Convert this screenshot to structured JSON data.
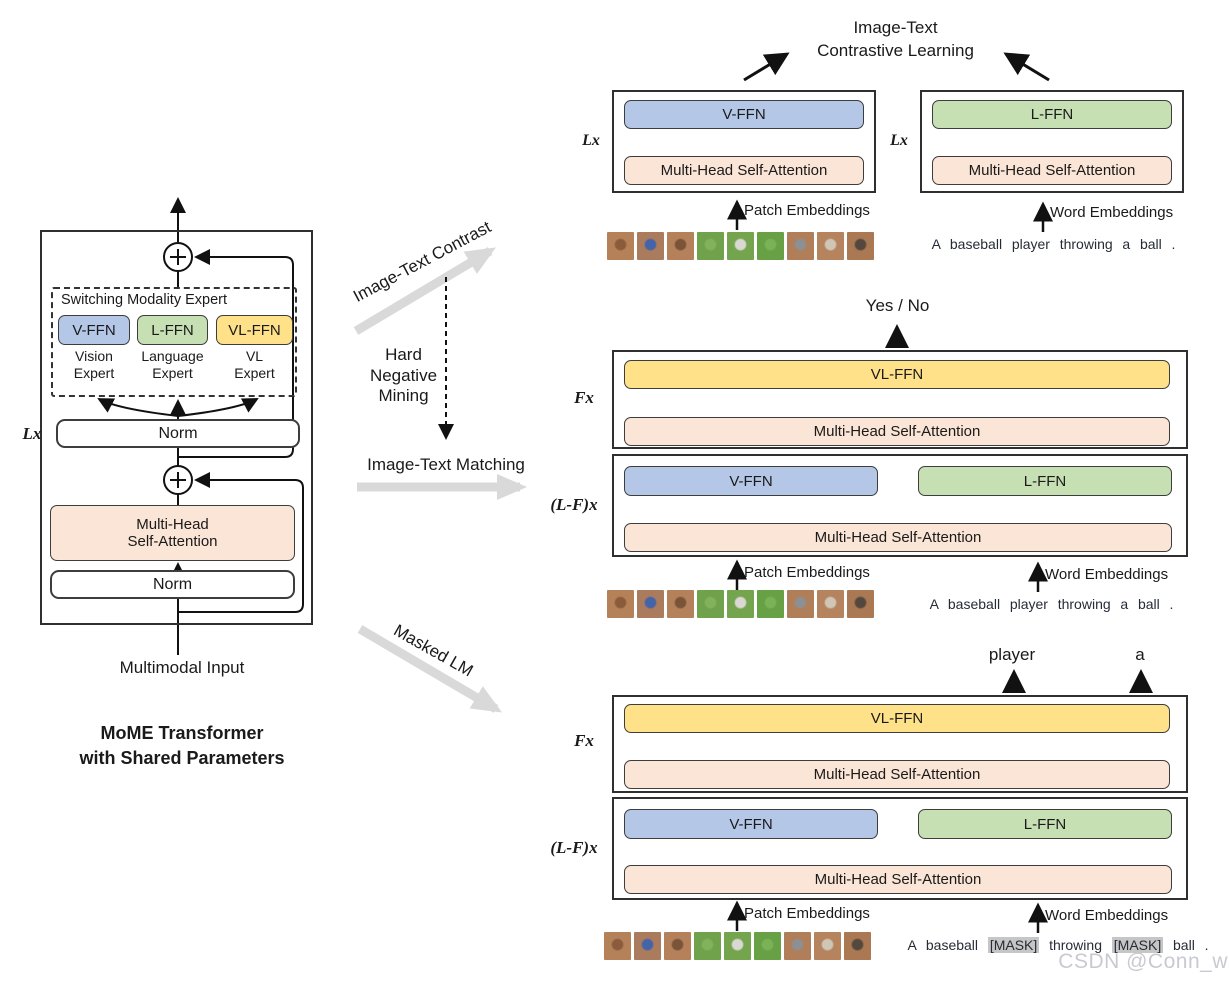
{
  "colors": {
    "v_ffn": "#b4c7e7",
    "l_ffn": "#c6e0b4",
    "vl_ffn": "#fee189",
    "mhsa": "#fbe5d6",
    "border": "#2f2f2f",
    "gray_arrow": "#d9d9d9",
    "mask_bg": "#c6c6c6",
    "text": "#1a1a1a",
    "sentence_text": "#262c36",
    "watermark": "#c9cad1"
  },
  "left": {
    "lx": "Lx",
    "switching_title": "Switching Modality Expert",
    "v_ffn": "V-FFN",
    "l_ffn": "L-FFN",
    "vl_ffn": "VL-FFN",
    "vision_expert": "Vision\nExpert",
    "language_expert": "Language\nExpert",
    "vl_expert": "VL\nExpert",
    "norm_top": "Norm",
    "mhsa": "Multi-Head\nSelf-Attention",
    "norm_bottom": "Norm",
    "input_label": "Multimodal Input",
    "caption": "MoME Transformer\nwith Shared Parameters"
  },
  "middle": {
    "itc": "Image-Text Contrast",
    "hnm": "Hard\nNegative\nMining",
    "itm": "Image-Text Matching",
    "mlm": "Masked LM"
  },
  "sec_a": {
    "title": "Image-Text\nContrastive Learning",
    "lx_left": "Lx",
    "lx_right": "Lx",
    "v_ffn": "V-FFN",
    "l_ffn": "L-FFN",
    "mhsa_left": "Multi-Head Self-Attention",
    "mhsa_right": "Multi-Head Self-Attention",
    "patch_embeddings": "Patch Embeddings",
    "word_embeddings": "Word Embeddings",
    "sentence": "A baseball player throwing a ball ."
  },
  "sec_b": {
    "output": "Yes / No",
    "fx": "Fx",
    "vl_ffn": "VL-FFN",
    "mhsa_top": "Multi-Head Self-Attention",
    "lf_x": "(L-F)x",
    "v_ffn": "V-FFN",
    "l_ffn": "L-FFN",
    "mhsa_bottom": "Multi-Head Self-Attention",
    "patch_embeddings": "Patch Embeddings",
    "word_embeddings": "Word Embeddings",
    "sentence": "A baseball player throwing a ball ."
  },
  "sec_c": {
    "word_player": "player",
    "word_a": "a",
    "fx": "Fx",
    "vl_ffn": "VL-FFN",
    "mhsa_top": "Multi-Head Self-Attention",
    "lf_x": "(L-F)x",
    "v_ffn": "V-FFN",
    "l_ffn": "L-FFN",
    "mhsa_bottom": "Multi-Head Self-Attention",
    "patch_embeddings": "Patch Embeddings",
    "word_embeddings": "Word Embeddings",
    "masked": {
      "part1": "A baseball",
      "mask1": "[MASK]",
      "part2": "throwing",
      "mask2": "[MASK]",
      "part3": "ball ."
    }
  },
  "watermark": "CSDN @Conn_w",
  "image_patches": {
    "count": 9,
    "colors": [
      [
        "#b58159",
        "#8a5c3c"
      ],
      [
        "#aa7b5c",
        "#4563a8"
      ],
      [
        "#b5815a",
        "#7a5438"
      ],
      [
        "#6fa24a",
        "#82b35c"
      ],
      [
        "#74a44d",
        "#d9d8d2"
      ],
      [
        "#68a046",
        "#7ab258"
      ],
      [
        "#b07e58",
        "#8d8f92"
      ],
      [
        "#b5835e",
        "#cfc6b6"
      ],
      [
        "#aa7852",
        "#54483e"
      ]
    ]
  }
}
